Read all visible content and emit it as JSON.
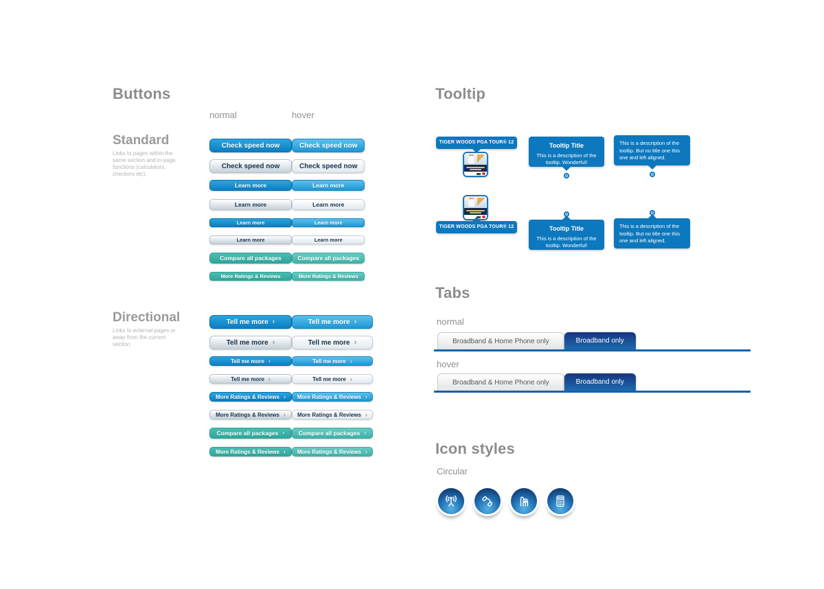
{
  "buttons_section": {
    "title": "Buttons",
    "columns": [
      "normal",
      "hover"
    ],
    "groups": [
      {
        "name": "Standard",
        "description": "Links to pages within the same section and in-page functions (calculators, checkers etc).",
        "rows": [
          {
            "label": "Check speed now",
            "style": "blue",
            "size": "lg",
            "arrow": false
          },
          {
            "label": "Check speed now",
            "style": "grey",
            "size": "lg",
            "arrow": false
          },
          {
            "label": "Learn more",
            "style": "blue",
            "size": "md",
            "arrow": false
          },
          {
            "label": "Learn more",
            "style": "grey",
            "size": "md",
            "arrow": false
          },
          {
            "label": "Learn more",
            "style": "blue",
            "size": "sm",
            "arrow": false
          },
          {
            "label": "Learn more",
            "style": "grey",
            "size": "sm",
            "arrow": false
          },
          {
            "label": "Compare all packages",
            "style": "teal",
            "size": "md",
            "arrow": false
          },
          {
            "label": "More Ratings & Reviews",
            "style": "teal",
            "size": "sm",
            "arrow": false
          }
        ]
      },
      {
        "name": "Directional",
        "description": "Links to external pages or away from the current section.",
        "rows": [
          {
            "label": "Tell me more",
            "style": "blue",
            "size": "lg",
            "arrow": true
          },
          {
            "label": "Tell me more",
            "style": "grey",
            "size": "lg",
            "arrow": true
          },
          {
            "label": "Tell me more",
            "style": "blue",
            "size": "sm2",
            "arrow": true
          },
          {
            "label": "Tell me more",
            "style": "grey",
            "size": "sm2",
            "arrow": true
          },
          {
            "label": "More Ratings & Reviews",
            "style": "blue",
            "size": "sm2",
            "arrow": true
          },
          {
            "label": "More Ratings & Reviews",
            "style": "grey",
            "size": "sm2",
            "arrow": true
          },
          {
            "label": "Compare all packages",
            "style": "teal",
            "size": "md",
            "arrow": true
          },
          {
            "label": "More Ratings & Reviews",
            "style": "teal",
            "size": "sm2",
            "arrow": true
          }
        ]
      }
    ]
  },
  "tooltip_section": {
    "title": "Tooltip",
    "game_tooltip_label": "TIGER WOODS PGA TOUR® 12",
    "titled": {
      "title": "Tooltip Title",
      "description": "This is a description of the tooltip. Wonderful!"
    },
    "untitled": {
      "description": "This is a description of the tooltip. But no title one this one and left aligned."
    }
  },
  "tabs_section": {
    "title": "Tabs",
    "states": [
      "normal",
      "hover"
    ],
    "tabs": [
      {
        "label": "Broadband & Home Phone only",
        "active": false
      },
      {
        "label": "Broadband only",
        "active": true
      }
    ]
  },
  "icons_section": {
    "title": "Icon styles",
    "subtitle": "Circular",
    "icons": [
      "wireless-signal",
      "phone",
      "upgrade",
      "calculator"
    ]
  },
  "colors": {
    "tooltip_blue": "#0d78bd",
    "button_blue_top": "#2aa5de",
    "button_blue_bottom": "#0c7ec3",
    "button_teal": "#2ea79c",
    "tab_active_navy": "#16357f",
    "tab_underline": "#1263a8",
    "heading_grey": "#8c8c8c"
  }
}
